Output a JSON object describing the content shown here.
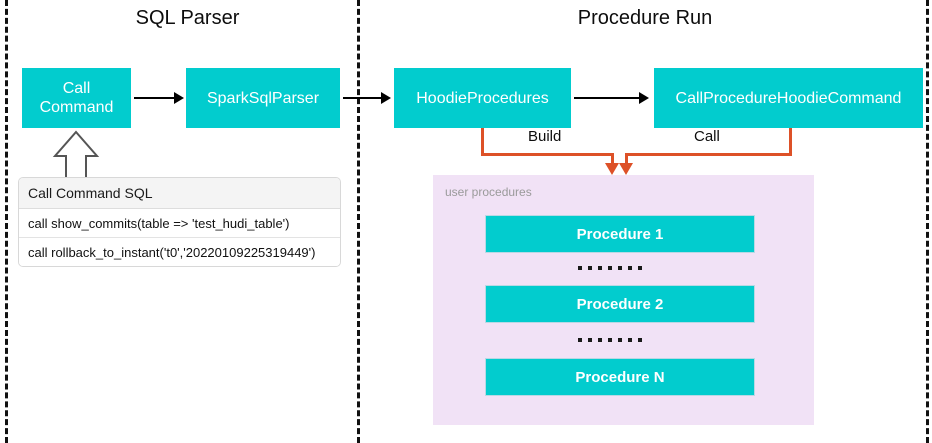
{
  "diagram": {
    "sections": [
      {
        "key": "sql_parser",
        "title": "SQL Parser"
      },
      {
        "key": "procedure_run",
        "title": "Procedure Run"
      }
    ],
    "nodes": {
      "call_command": "Call\nCommand",
      "call_command_line1": "Call",
      "call_command_line2": "Command",
      "spark_sql_parser": "SparkSqlParser",
      "hoodie_procedures": "HoodieProcedures",
      "call_procedure_hoodie_command": "CallProcedureHoodieCommand"
    },
    "edges": {
      "build": "Build",
      "call": "Call"
    },
    "sql_table": {
      "header": "Call Command SQL",
      "rows": [
        "call show_commits(table => 'test_hudi_table')",
        "call rollback_to_instant('t0','20220109225319449')"
      ]
    },
    "user_procedures": {
      "label": "user procedures",
      "items": [
        "Procedure 1",
        "Procedure 2",
        "Procedure N"
      ],
      "ellipsis_dot_count": 7
    },
    "colors": {
      "teal": "#02ccce",
      "panel_purple": "#f1e2f6",
      "orange": "#dd5128",
      "arrow_black": "#000000",
      "label_gray": "#9a9a9a",
      "background": "#ffffff"
    }
  }
}
